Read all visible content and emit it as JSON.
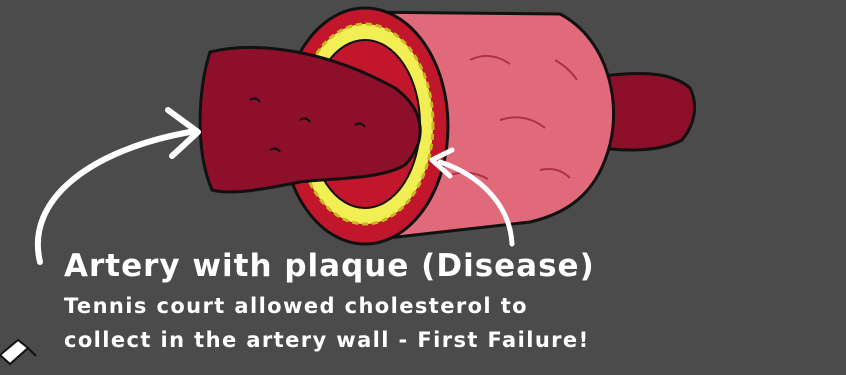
{
  "caption": {
    "title": "Artery with plaque (Disease)",
    "line1": "Tennis court allowed cholesterol to",
    "line2": "collect in the artery wall - First Failure!"
  },
  "colors": {
    "background": "#4b4b4b",
    "artery_outer": "#e06a7a",
    "artery_wall": "#c2162c",
    "plaque": "#f2ef54",
    "blood": "#8e0f2a",
    "outline": "#111111",
    "caption_text": "#ffffff"
  }
}
